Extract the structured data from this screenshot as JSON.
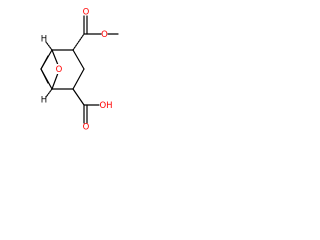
{
  "molecule": {
    "labels": {
      "h_top": "H",
      "h_bottom": "H",
      "bridge_oxygen": "O",
      "ester_carbonyl_oxygen": "O",
      "ester_ether_oxygen": "O",
      "acid_carbonyl_oxygen": "O",
      "acid_hydroxyl": "OH"
    },
    "colors": {
      "bond": "#000000",
      "oxygen": "#ff0000",
      "hydrogen": "#000000"
    }
  }
}
